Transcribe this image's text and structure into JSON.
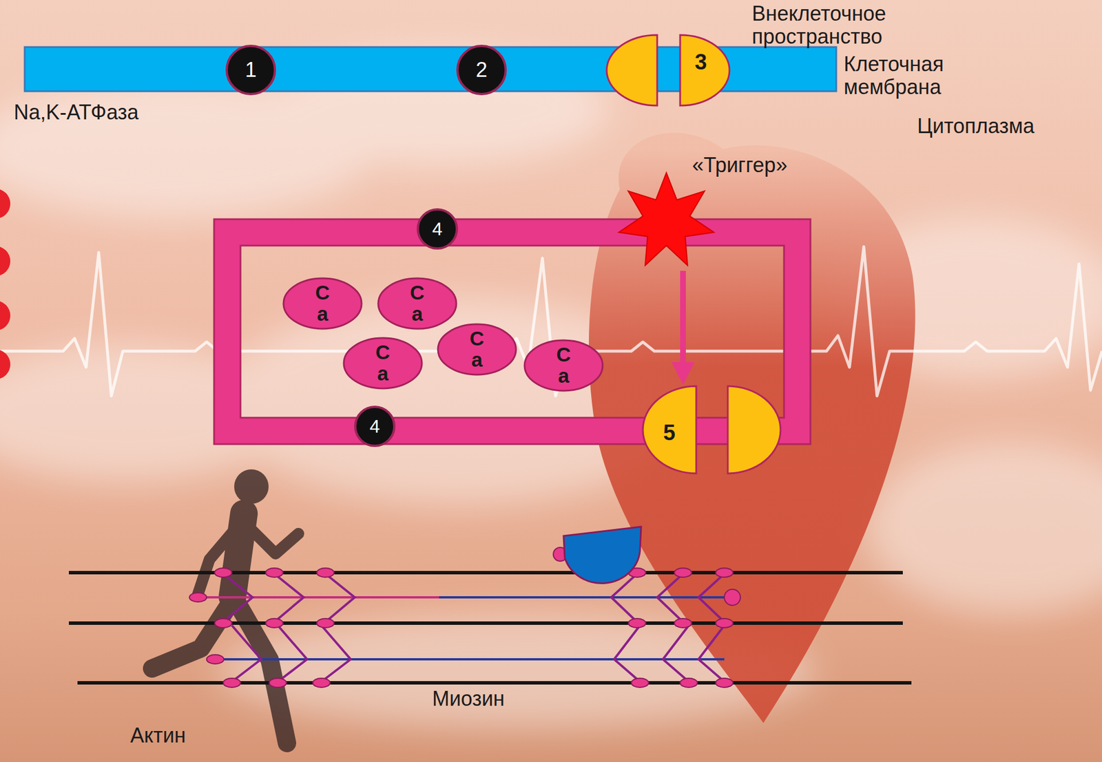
{
  "diagram": {
    "nodes": [
      {
        "text": [
          "3"
        ]
      },
      {
        "text": [
          "«Триггер»"
        ]
      },
      {
        "text": [
          "Ca"
        ]
      },
      {
        "text": [
          "Ca"
        ]
      },
      {
        "text": [
          "Ca"
        ]
      },
      {
        "text": [
          "Ca"
        ]
      },
      {
        "text": [
          "Ca"
        ]
      },
      {
        "text": [
          "5"
        ]
      }
    ],
    "edges": [
      {
        "from": 1,
        "to": 7,
        "arrow": "to"
      }
    ],
    "labels": [
      "Внеклеточное пространство",
      "Клеточная мембрана",
      "Цитоплазма",
      "Na,K-АТФаза",
      "1",
      "2",
      "4",
      "4",
      "Миозин",
      "Актин"
    ]
  }
}
